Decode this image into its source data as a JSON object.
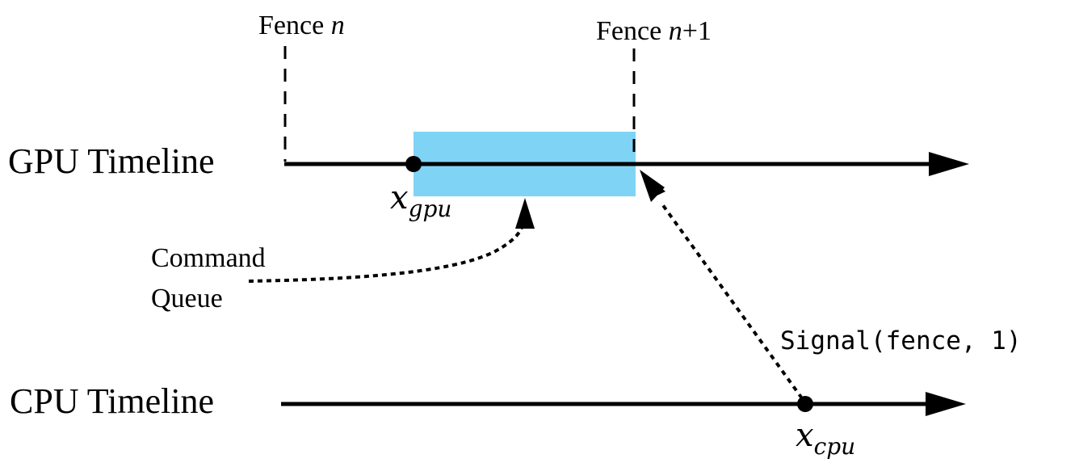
{
  "diagram": {
    "gpu_timeline": {
      "label": "GPU Timeline",
      "point_label_main": "x",
      "point_label_sub": "gpu"
    },
    "cpu_timeline": {
      "label": "CPU Timeline",
      "point_label_main": "x",
      "point_label_sub": "cpu"
    },
    "fence_n": {
      "prefix": "Fence ",
      "var": "n",
      "suffix": ""
    },
    "fence_n1": {
      "prefix": "Fence ",
      "var": "n",
      "suffix": "+1"
    },
    "command_queue": {
      "line1": "Command",
      "line2": "Queue"
    },
    "signal_call": "Signal(fence, 1)",
    "colors": {
      "work_block": "#7fd4f6",
      "ink": "#000000"
    }
  }
}
